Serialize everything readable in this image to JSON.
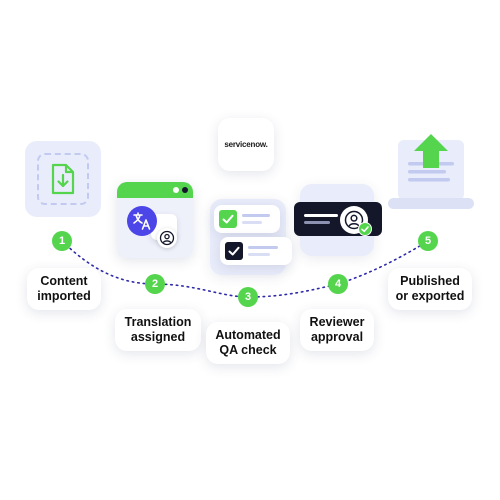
{
  "colors": {
    "accent_green": "#55D44E",
    "soft_lavender": "#E9ECFA",
    "lavender_border": "#C3CAF0",
    "dark_navy": "#14172A",
    "indigo": "#4C45E8",
    "dotted_path": "#2F2AA8"
  },
  "logo": {
    "text": "servicenow."
  },
  "steps": [
    {
      "number": "1",
      "label": "Content\nimported",
      "icon": "document-download-icon"
    },
    {
      "number": "2",
      "label": "Translation\nassigned",
      "icon": "translate-icon"
    },
    {
      "number": "3",
      "label": "Automated\nQA check",
      "icon": "checklist-icon"
    },
    {
      "number": "4",
      "label": "Reviewer\napproval",
      "icon": "user-approved-icon"
    },
    {
      "number": "5",
      "label": "Published\nor exported",
      "icon": "laptop-upload-icon"
    }
  ]
}
